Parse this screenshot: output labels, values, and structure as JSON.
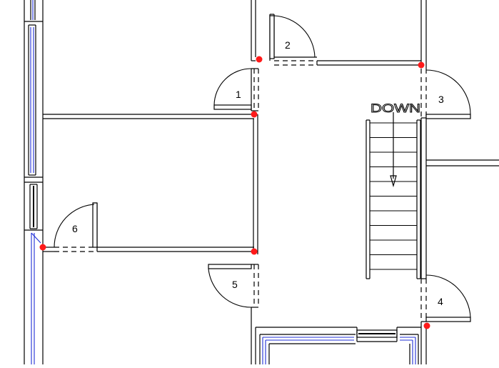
{
  "plan": {
    "stair_label": "DOWN",
    "door_labels": [
      "1",
      "2",
      "3",
      "4",
      "5",
      "6"
    ],
    "colors": {
      "lines": "#000000",
      "window_lines": "#1f2fd6",
      "markers": "#ff1a1a",
      "background": "#ffffff"
    }
  }
}
